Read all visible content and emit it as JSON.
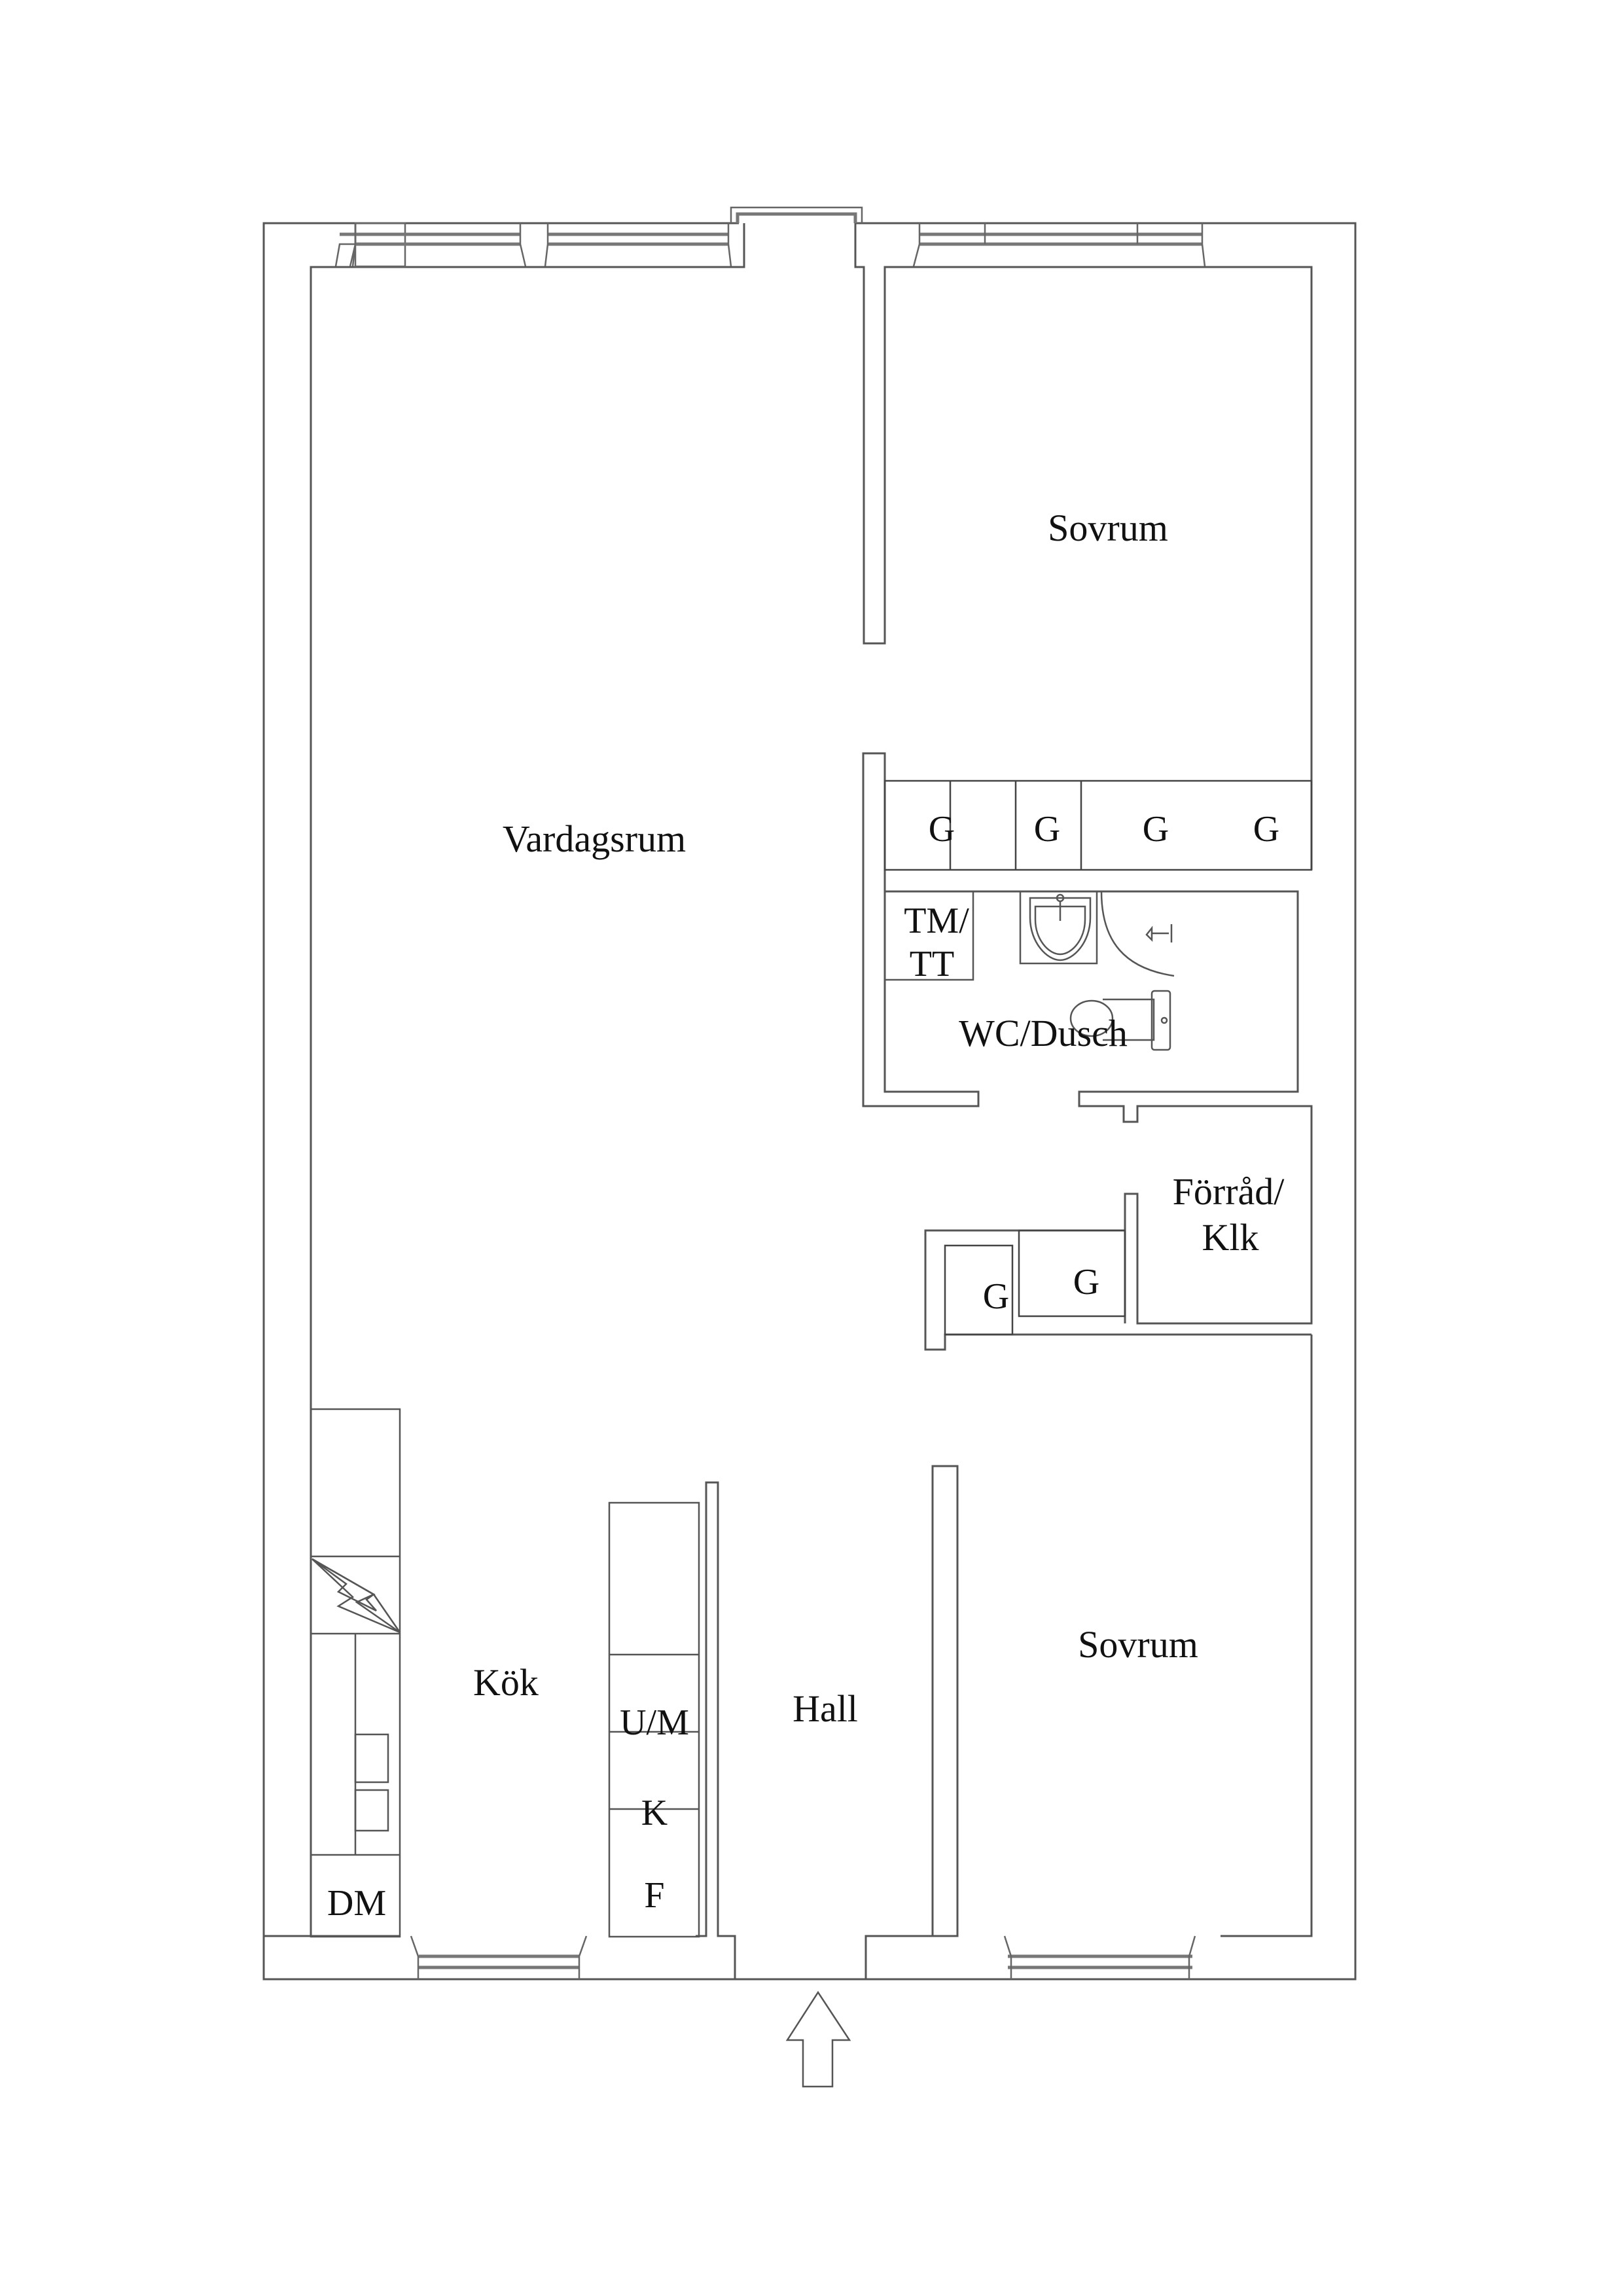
{
  "plan": {
    "rooms": {
      "living": "Vardagsrum",
      "bedroom_top": "Sovrum",
      "bedroom_bottom": "Sovrum",
      "bathroom": "WC/Dusch",
      "storage_line1": "Förråd/",
      "storage_line2": "Klk",
      "kitchen": "Kök",
      "hall": "Hall"
    },
    "fixtures": {
      "wardrobes_top": [
        "G",
        "G",
        "G",
        "G"
      ],
      "wardrobes_hall": [
        "G",
        "G"
      ],
      "washer_line1": "TM/",
      "washer_line2": "TT",
      "dishwasher": "DM",
      "microwave_oven": "U/M",
      "fridge": "K",
      "freezer": "F"
    },
    "icons": [
      "entrance-arrow-icon",
      "sink-icon",
      "toilet-icon",
      "shower-icon",
      "chimney-flue-icon",
      "stove-icon"
    ],
    "colors": {
      "line": "#555555",
      "text": "#111111",
      "background": "#ffffff"
    }
  }
}
